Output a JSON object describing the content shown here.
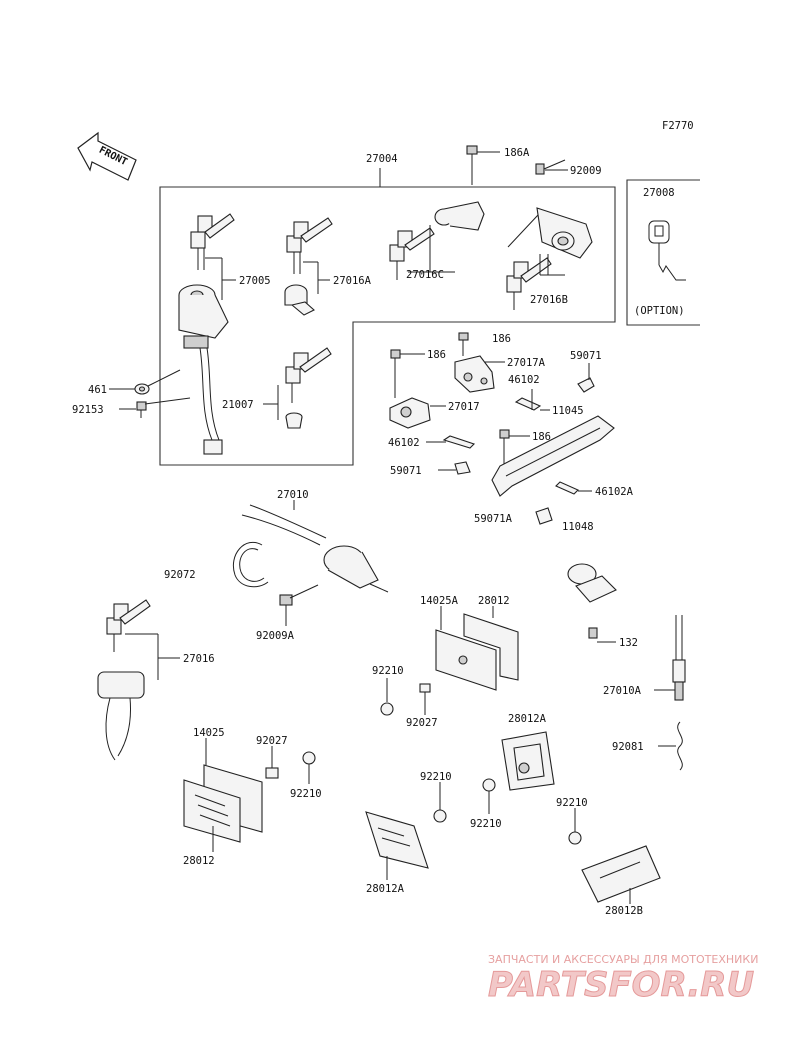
{
  "diagram": {
    "code": "F2770",
    "front_label": "FRONT",
    "option_label": "(OPTION)",
    "labels": {
      "p27004": "27004",
      "p186A": "186A",
      "p92009": "92009",
      "p27008": "27008",
      "p27005": "27005",
      "p27016A": "27016A",
      "p27016C": "27016C",
      "p27016B": "27016B",
      "p186a": "186",
      "p186b": "186",
      "p186c": "186",
      "p27017A": "27017A",
      "p59071": "59071",
      "p46102": "46102",
      "p11045": "11045",
      "p461": "461",
      "p92153": "92153",
      "p21007": "21007",
      "p27017": "27017",
      "p46102b": "46102",
      "p59071b": "59071",
      "p46102A": "46102A",
      "p59071A": "59071A",
      "p11048": "11048",
      "p27010": "27010",
      "p92072": "92072",
      "p92009A": "92009A",
      "p14025A": "14025A",
      "p28012a": "28012",
      "p132": "132",
      "p27016": "27016",
      "p92210a": "92210",
      "p92027a": "92027",
      "p27010A": "27010A",
      "p28012A_top": "28012A",
      "p14025": "14025",
      "p92027b": "92027",
      "p92210b": "92210",
      "p92081": "92081",
      "p92210c": "92210",
      "p92210d": "92210",
      "p92210e": "92210",
      "p28012b": "28012",
      "p28012A_bot": "28012A",
      "p28012B": "28012B"
    }
  },
  "watermark": {
    "tagline": "ЗАПЧАСТИ И АКСЕССУАРЫ ДЛЯ МОТОТЕХНИКИ",
    "logo": "PARTSFOR.RU"
  }
}
